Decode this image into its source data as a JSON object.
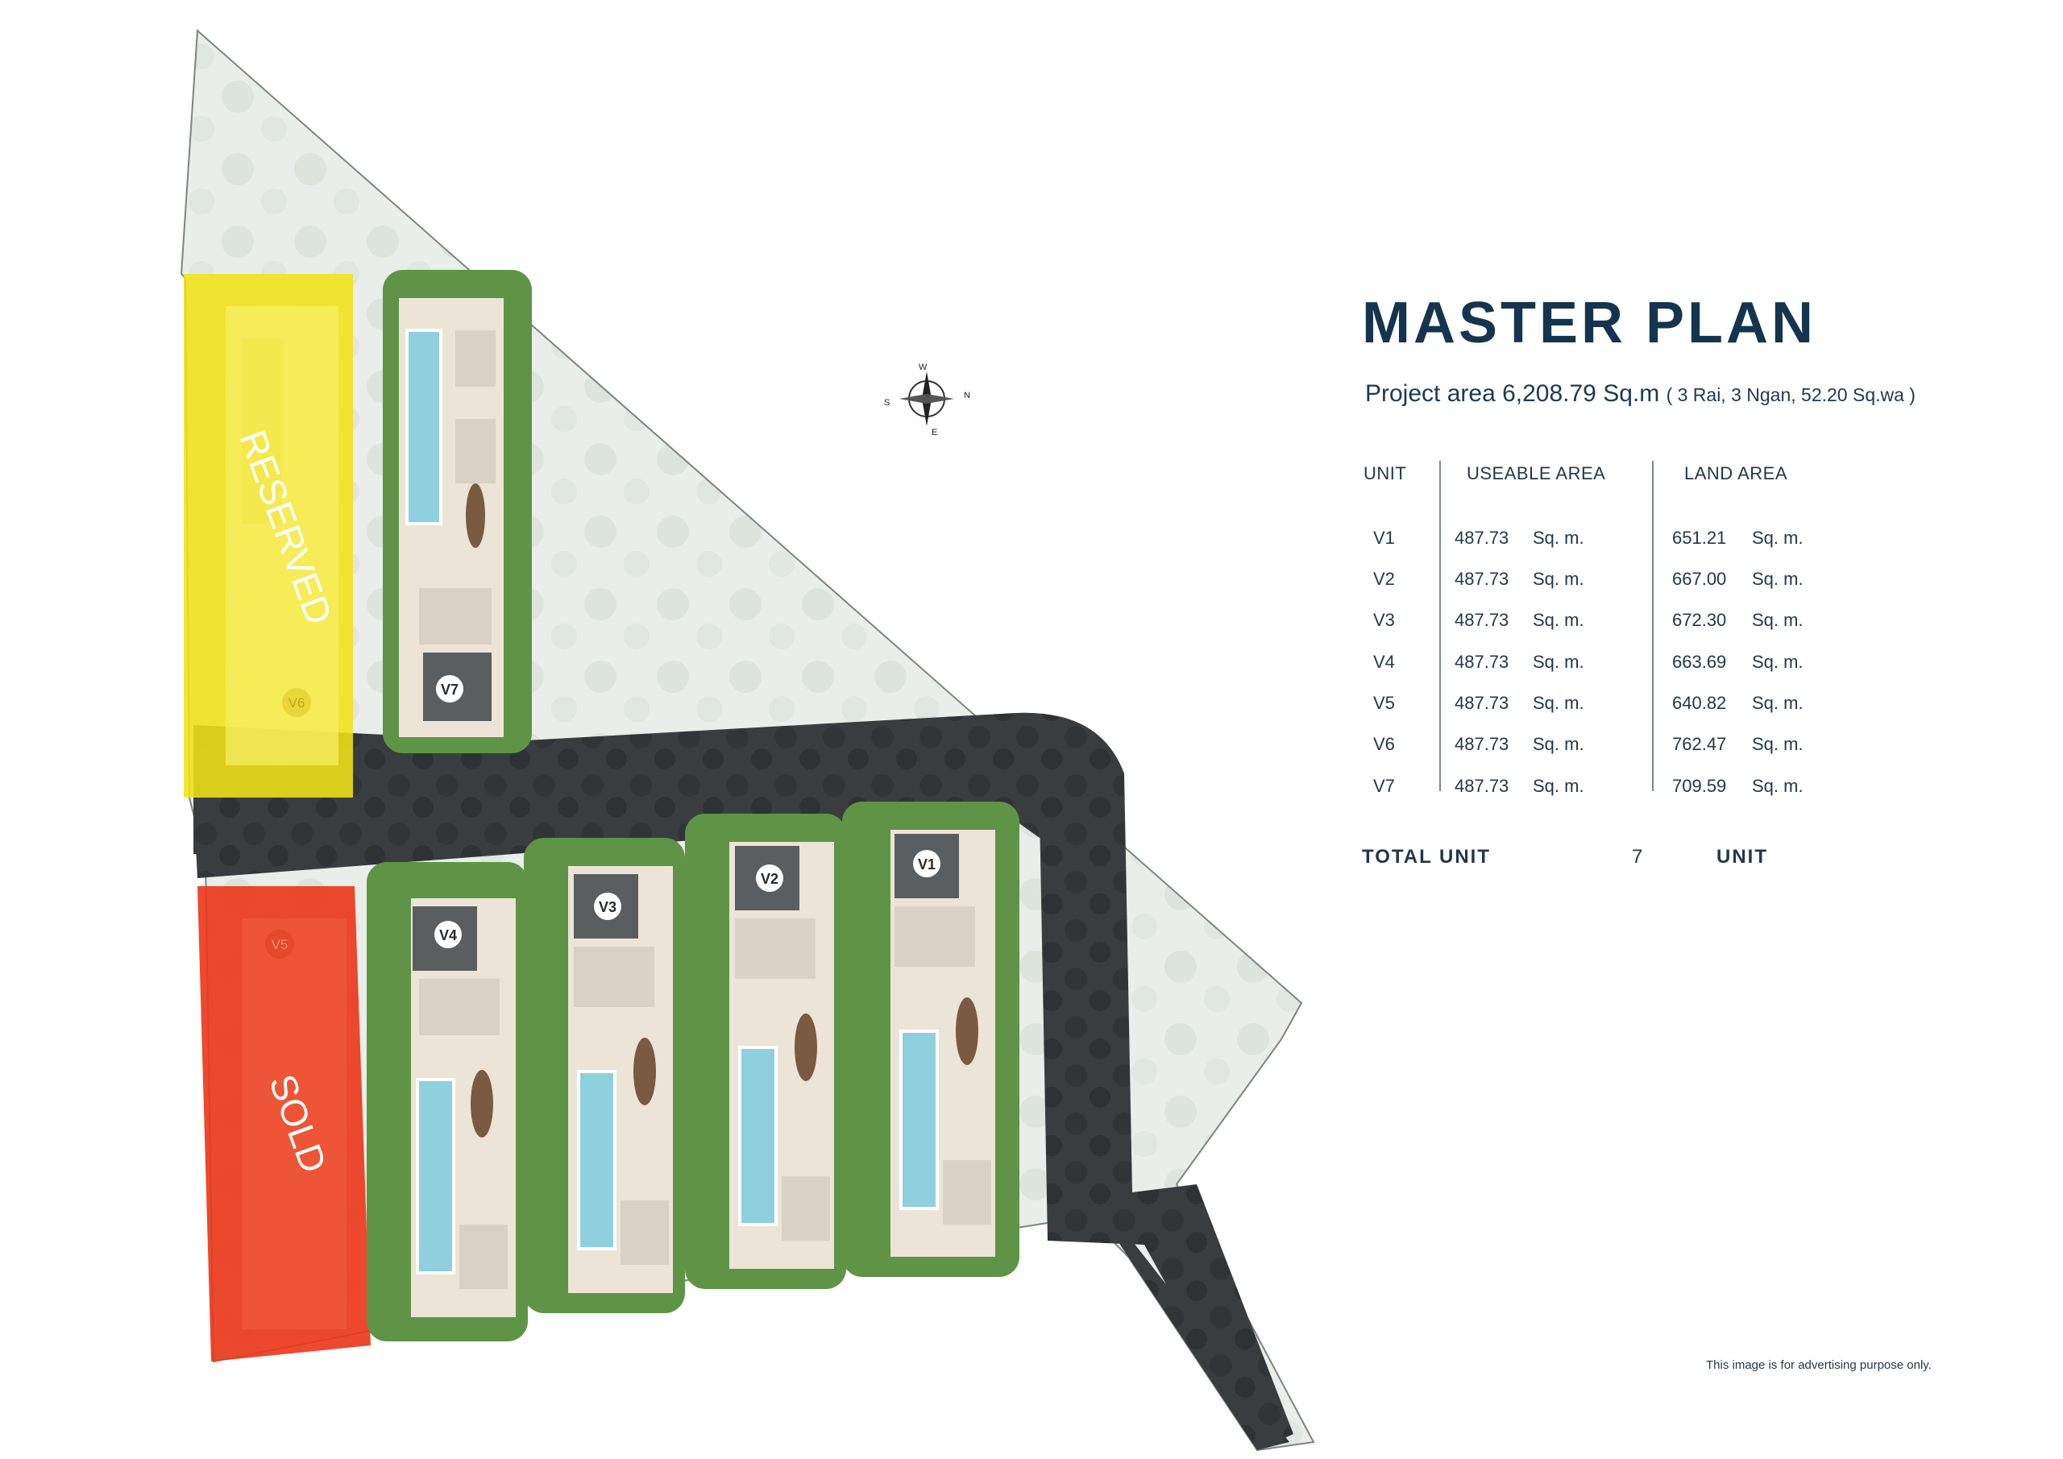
{
  "header": {
    "title": "MASTER PLAN",
    "project_area": "Project area 6,208.79 Sq.m",
    "project_area_note": "( 3 Rai, 3 Ngan, 52.20 Sq.wa )"
  },
  "table": {
    "columns": {
      "unit": "UNIT",
      "useable": "USEABLE AREA",
      "land": "LAND AREA"
    },
    "rows": [
      {
        "unit": "V1",
        "useable": "487.73",
        "useable_unit": "Sq. m.",
        "land": "651.21",
        "land_unit": "Sq. m."
      },
      {
        "unit": "V2",
        "useable": "487.73",
        "useable_unit": "Sq. m.",
        "land": "667.00",
        "land_unit": "Sq. m."
      },
      {
        "unit": "V3",
        "useable": "487.73",
        "useable_unit": "Sq. m.",
        "land": "672.30",
        "land_unit": "Sq. m."
      },
      {
        "unit": "V4",
        "useable": "487.73",
        "useable_unit": "Sq. m.",
        "land": "663.69",
        "land_unit": "Sq. m."
      },
      {
        "unit": "V5",
        "useable": "487.73",
        "useable_unit": "Sq. m.",
        "land": "640.82",
        "land_unit": "Sq. m."
      },
      {
        "unit": "V6",
        "useable": "487.73",
        "useable_unit": "Sq. m.",
        "land": "762.47",
        "land_unit": "Sq. m."
      },
      {
        "unit": "V7",
        "useable": "487.73",
        "useable_unit": "Sq. m.",
        "land": "709.59",
        "land_unit": "Sq. m."
      }
    ],
    "total": {
      "label": "TOTAL UNIT",
      "count": "7",
      "unit": "UNIT"
    }
  },
  "plan": {
    "lot_labels": {
      "v1": "V1",
      "v2": "V2",
      "v3": "V3",
      "v4": "V4",
      "v5": "V5",
      "v6": "V6",
      "v7": "V7"
    },
    "status": {
      "reserved": "RESERVED",
      "sold": "SOLD"
    },
    "compass": {
      "n": "N",
      "s": "S",
      "e": "E",
      "w": "W"
    }
  },
  "colors": {
    "title": "#15354e",
    "site": "#e9eeea",
    "road": "#3a3d3f",
    "lawn": "#5f9446",
    "pool": "#8fd0df",
    "reserved": "#f1e316",
    "sold": "#ea3a1c"
  },
  "disclaimer": "This image is for advertising purpose only."
}
